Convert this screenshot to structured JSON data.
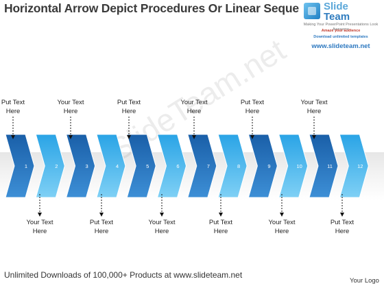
{
  "title": "Horizontal Arrow Depict Procedures Or Linear Sequence",
  "logo": {
    "name_line1": "Slide",
    "name_line2": "Team",
    "tagline1": "Making Your PowerPoint Presentations Look Awesome",
    "tagline2": "Amaze your audience",
    "tagline3": "Download unlimited templates",
    "url": "www.slideteam.net"
  },
  "watermark": "SlideTeam.net",
  "chevrons": [
    {
      "number": "1",
      "shade": "dark"
    },
    {
      "number": "2",
      "shade": "light"
    },
    {
      "number": "3",
      "shade": "dark"
    },
    {
      "number": "4",
      "shade": "light"
    },
    {
      "number": "5",
      "shade": "dark"
    },
    {
      "number": "6",
      "shade": "light"
    },
    {
      "number": "7",
      "shade": "dark"
    },
    {
      "number": "8",
      "shade": "light"
    },
    {
      "number": "9",
      "shade": "dark"
    },
    {
      "number": "10",
      "shade": "light"
    },
    {
      "number": "11",
      "shade": "dark"
    },
    {
      "number": "12",
      "shade": "light"
    }
  ],
  "top_labels": [
    {
      "line1": "Put Text",
      "line2": "Here"
    },
    {
      "line1": "Your Text",
      "line2": "Here"
    },
    {
      "line1": "Put Text",
      "line2": "Here"
    },
    {
      "line1": "Your Text",
      "line2": "Here"
    },
    {
      "line1": "Put Text",
      "line2": "Here"
    },
    {
      "line1": "Your Text",
      "line2": "Here"
    }
  ],
  "bottom_labels": [
    {
      "line1": "Your Text",
      "line2": "Here"
    },
    {
      "line1": "Put Text",
      "line2": "Here"
    },
    {
      "line1": "Your Text",
      "line2": "Here"
    },
    {
      "line1": "Put Text",
      "line2": "Here"
    },
    {
      "line1": "Your Text",
      "line2": "Here"
    },
    {
      "line1": "Put Text",
      "line2": "Here"
    }
  ],
  "footer": "Unlimited Downloads of 100,000+ Products at www.slideteam.net",
  "your_logo": "Your Logo",
  "colors": {
    "dark_top": "#1a5fa8",
    "dark_bottom": "#3d8fd6",
    "light_top": "#2aa4e6",
    "light_bottom": "#7fd0f5",
    "title": "#3a3a3a",
    "brand": "#2e79c0"
  }
}
